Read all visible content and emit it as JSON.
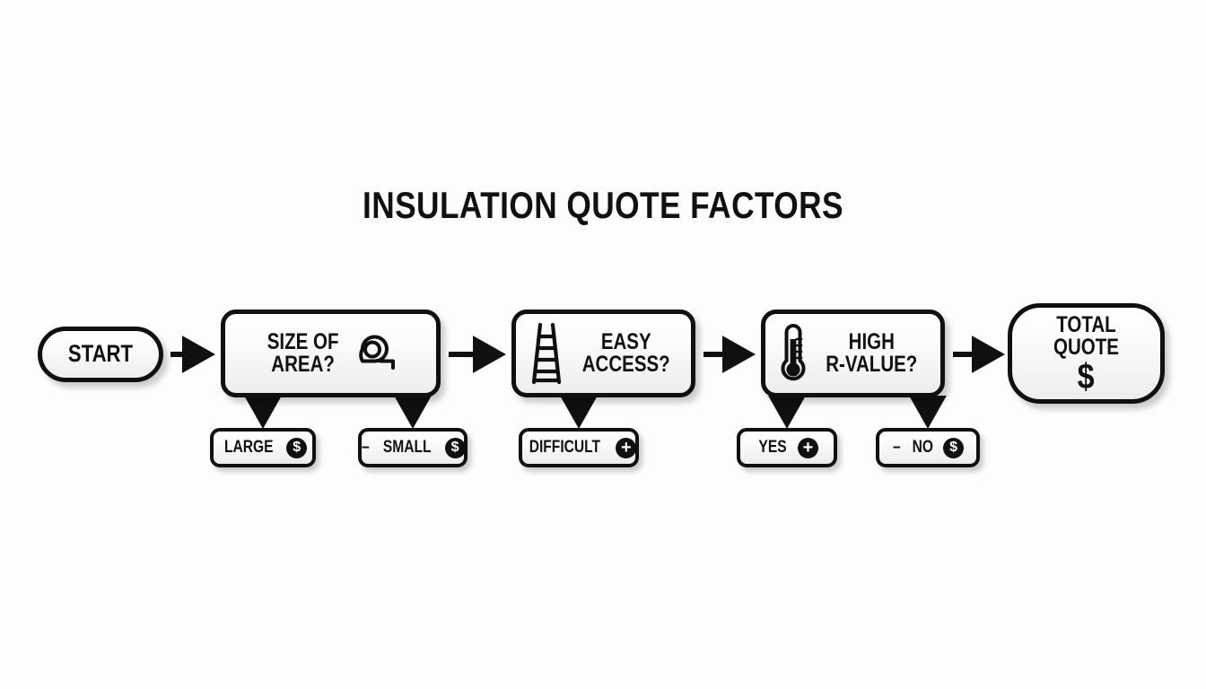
{
  "page": {
    "title": "INSULATION QUOTE FACTORS",
    "background_color": "#fdfdfd",
    "ink_color": "#111111"
  },
  "flow": {
    "start": {
      "label": "START",
      "shape": "pill"
    },
    "end": {
      "label": "TOTAL QUOTE",
      "amount": "$",
      "shape": "rounded-rect"
    },
    "steps": [
      {
        "id": "size-of-area",
        "label": "SIZE OF\nAREA?",
        "icon": "tape-measure-icon",
        "icon_position": "right",
        "outcomes": [
          {
            "id": "large",
            "label": "LARGE",
            "prefix": "",
            "chip": "dollar-chip",
            "chip_glyph": "$"
          },
          {
            "id": "small",
            "label": "SMALL",
            "prefix": "–",
            "chip": "dollar-chip",
            "chip_glyph": "$"
          }
        ]
      },
      {
        "id": "easy-access",
        "label": "EASY\nACCESS?",
        "icon": "ladder-icon",
        "icon_position": "left",
        "outcomes": [
          {
            "id": "difficult",
            "label": "DIFFICULT",
            "prefix": "",
            "chip": "plus-chip",
            "chip_glyph": "+"
          }
        ]
      },
      {
        "id": "high-r-value",
        "label": "HIGH\nR-VALUE?",
        "icon": "thermometer-icon",
        "icon_position": "left",
        "outcomes": [
          {
            "id": "yes",
            "label": "YES",
            "prefix": "",
            "chip": "plus-chip",
            "chip_glyph": "+"
          },
          {
            "id": "no",
            "label": "NO",
            "prefix": "–",
            "chip": "dollar-chip",
            "chip_glyph": "$"
          }
        ]
      }
    ],
    "connectors": [
      {
        "from": "start",
        "to": "size-of-area",
        "type": "arrow-right"
      },
      {
        "from": "size-of-area",
        "to": "easy-access",
        "type": "arrow-right"
      },
      {
        "from": "easy-access",
        "to": "high-r-value",
        "type": "arrow-right"
      },
      {
        "from": "high-r-value",
        "to": "total-quote",
        "type": "arrow-right"
      },
      {
        "from": "size-of-area",
        "to": "large",
        "type": "arrow-down"
      },
      {
        "from": "size-of-area",
        "to": "small",
        "type": "arrow-down"
      },
      {
        "from": "easy-access",
        "to": "difficult",
        "type": "arrow-down"
      },
      {
        "from": "high-r-value",
        "to": "yes",
        "type": "arrow-down"
      },
      {
        "from": "high-r-value",
        "to": "no",
        "type": "arrow-down"
      }
    ]
  }
}
